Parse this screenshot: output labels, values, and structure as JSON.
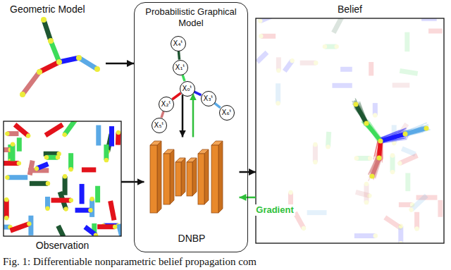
{
  "diagram": {
    "caption": "Fig. 1: Differentiable nonparametric belief propagation com",
    "nodes": [
      {
        "text": [
          "Geometric Model"
        ]
      },
      {
        "text": [
          "Observation"
        ]
      },
      {
        "text": [
          "Probabilistic Graphical Model"
        ]
      },
      {
        "text": [
          "X₄ᵗ"
        ],
        "in": 2
      },
      {
        "text": [
          "X₁ᵗ"
        ],
        "in": 2
      },
      {
        "text": [
          "X₀ᵗ"
        ],
        "in": 2
      },
      {
        "text": [
          "X₃ᵗ"
        ],
        "in": 2
      },
      {
        "text": [
          "X₂ᵗ"
        ],
        "in": 2
      },
      {
        "text": [
          "X₆ᵗ"
        ],
        "in": 2
      },
      {
        "text": [
          "X₅ᵗ"
        ],
        "in": 2
      },
      {
        "text": [
          "DNBP"
        ],
        "in": 2
      },
      {
        "text": [
          "Belief"
        ]
      }
    ],
    "edges": [
      {
        "from": 0,
        "to": 2,
        "arrow": "to"
      },
      {
        "from": 1,
        "to": 10,
        "arrow": "to"
      },
      {
        "from": 3,
        "to": 4,
        "arrow": "none"
      },
      {
        "from": 4,
        "to": 5,
        "arrow": "none"
      },
      {
        "from": 5,
        "to": 7,
        "arrow": "none"
      },
      {
        "from": 7,
        "to": 9,
        "arrow": "none"
      },
      {
        "from": 5,
        "to": 6,
        "arrow": "none"
      },
      {
        "from": 6,
        "to": 8,
        "arrow": "none"
      },
      {
        "from": 5,
        "to": 10,
        "arrow": "to"
      },
      {
        "from": 10,
        "to": 5,
        "arrow": "to"
      },
      {
        "from": 10,
        "to": 11,
        "arrow": "to"
      },
      {
        "from": 11,
        "to": 10,
        "label": "Gradient",
        "arrow": "to"
      }
    ]
  }
}
